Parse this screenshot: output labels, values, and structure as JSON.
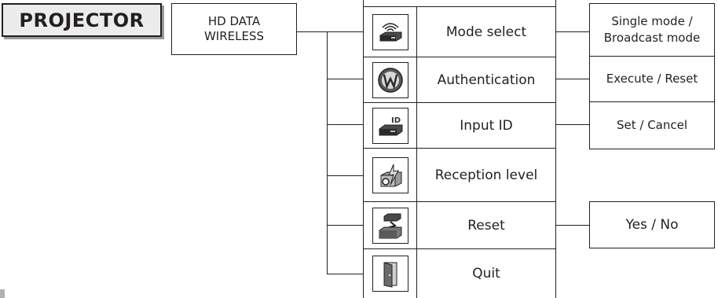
{
  "title": "PROJECTOR",
  "root": "HD DATA\nWIRELESS",
  "menu": [
    {
      "label": "Mode select",
      "icon": "wireless-device-icon"
    },
    {
      "label": "Authentication",
      "icon": "w-logo-icon"
    },
    {
      "label": "Input ID",
      "icon": "device-id-icon"
    },
    {
      "label": "Reception level",
      "icon": "reception-level-icon"
    },
    {
      "label": "Reset",
      "icon": "reset-device-icon"
    },
    {
      "label": "Quit",
      "icon": "door-exit-icon"
    }
  ],
  "submenus": {
    "mode": "Single mode /\nBroadcast mode",
    "authentication": "Execute / Reset",
    "input_id": "Set / Cancel",
    "reset": "Yes / No"
  }
}
